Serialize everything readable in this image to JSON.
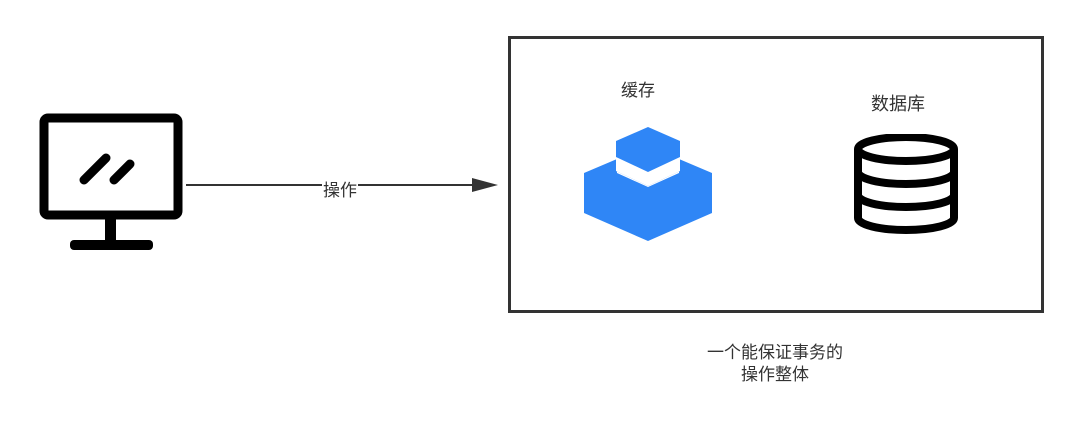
{
  "arrow": {
    "label": "操作"
  },
  "group": {
    "caption_line1": "一个能保证事务的",
    "caption_line2": "操作整体"
  },
  "cache": {
    "label": "缓存",
    "icon": "cache-layers-icon",
    "color": "#2f86f6"
  },
  "database": {
    "label": "数据库",
    "icon": "database-icon",
    "color": "#000000"
  },
  "client": {
    "icon": "monitor-icon",
    "color": "#000000"
  }
}
